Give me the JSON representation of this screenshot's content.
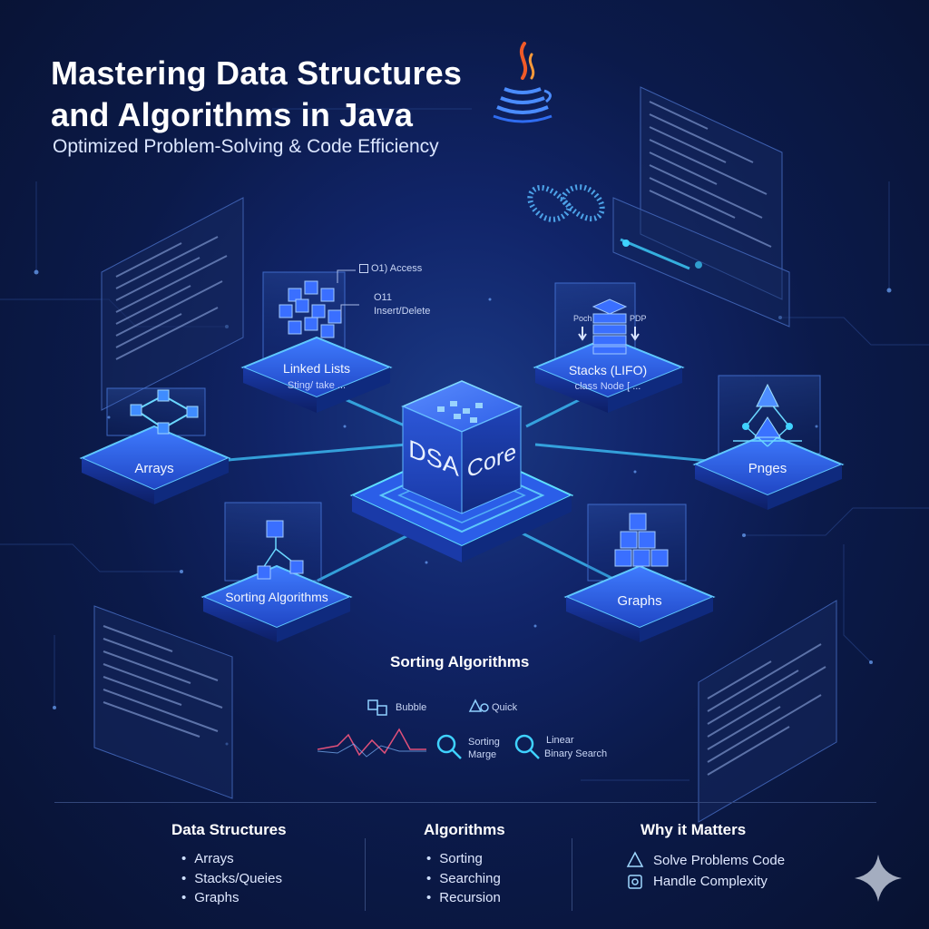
{
  "header": {
    "title_line1": "Mastering Data Structures",
    "title_line2": "and Algorithms in Java",
    "subtitle": "Optimized Problem-Solving & Code Efficiency"
  },
  "icons": {
    "java": "java-coffee-cup-icon",
    "infinity": "infinity-icon",
    "sparkle": "sparkle-star-icon"
  },
  "nodes": {
    "core": {
      "line1": "DSA",
      "line2": "Core"
    },
    "linked_lists": {
      "label": "Linked Lists",
      "sub": "Sting/ take ..."
    },
    "stacks": {
      "label": "Stacks (LIFO)",
      "sub": "class Node [ ..."
    },
    "arrays": {
      "label": "Arrays"
    },
    "pnges": {
      "label": "Pnges"
    },
    "sorting": {
      "label": "Sorting Algorithms"
    },
    "graphs": {
      "label": "Graphs"
    }
  },
  "annotations": {
    "access": "O1) Access",
    "insert_a": "O11",
    "insert_b": "Insert/Delete",
    "push": "Poch",
    "pop": "PDP"
  },
  "sorting_section": {
    "title": "Sorting Algorithms",
    "bubble": "Bubble",
    "quick": "Quick",
    "sorting": "Sorting",
    "marge": "Marge",
    "linear": "Linear",
    "binary": "Binary Search"
  },
  "footer": {
    "data_structures": {
      "title": "Data Structures",
      "items": [
        "Arrays",
        "Stacks/Queies",
        "Graphs"
      ]
    },
    "algorithms": {
      "title": "Algorithms",
      "items": [
        "Sorting",
        "Searching",
        "Recursion"
      ]
    },
    "why": {
      "title": "Why it Matters",
      "items": [
        "Solve Problems Code",
        "Handle Complexity"
      ]
    }
  },
  "colors": {
    "background": "#0b1a4a",
    "platform": "#2a5ad8",
    "glow": "#3fd2ff",
    "accent_java": "#f05a28"
  }
}
